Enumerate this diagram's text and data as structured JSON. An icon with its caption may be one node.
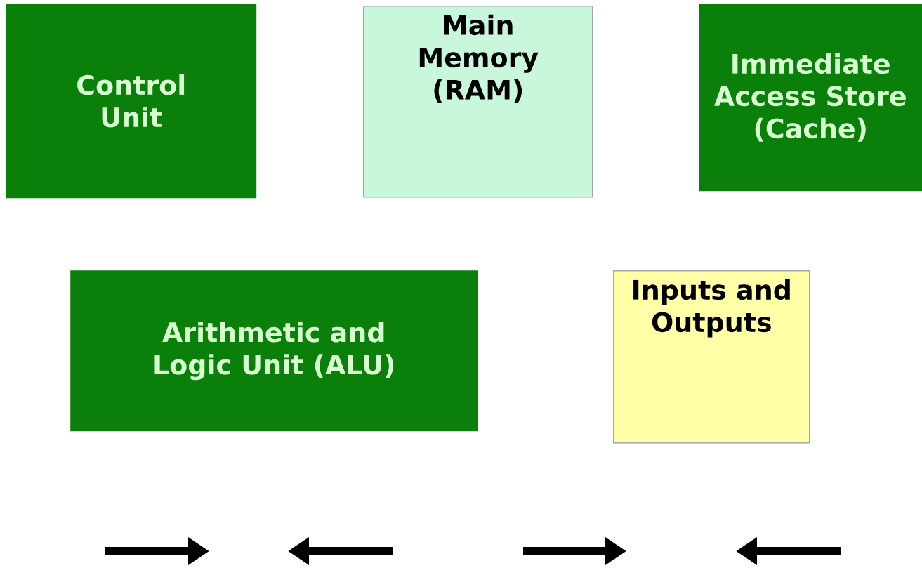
{
  "diagram": {
    "nodes": [
      {
        "text": [
          "Control Unit"
        ]
      },
      {
        "text": [
          "Main Memory (RAM)"
        ]
      },
      {
        "text": [
          "Immediate Access Store (Cache)"
        ]
      },
      {
        "text": [
          "Arithmetic and Logic Unit (ALU)"
        ]
      },
      {
        "text": [
          "Inputs and Outputs"
        ]
      }
    ]
  }
}
